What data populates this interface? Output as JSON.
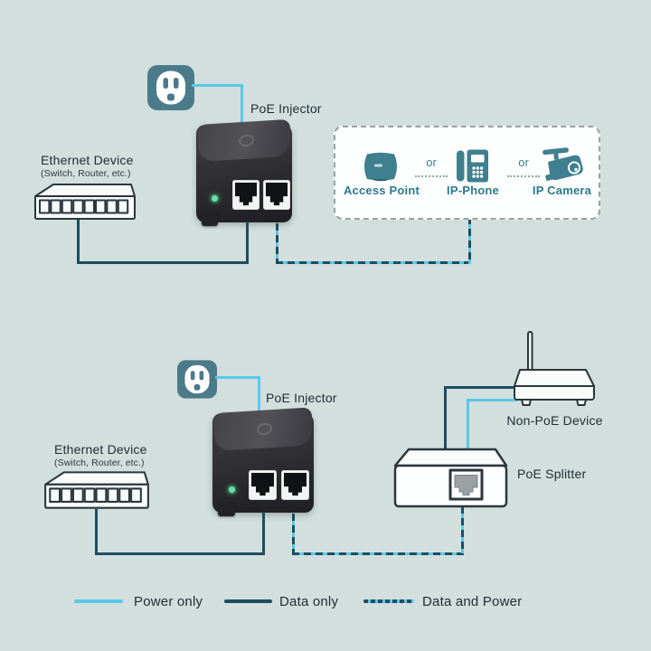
{
  "colors": {
    "background": "#d2dfdd",
    "power_line": "#5bc7e9",
    "data_line": "#1d4d60",
    "teal_accent": "#3e808f",
    "outlet_teal": "#4b7b8b",
    "led_green": "#63e3a4",
    "dark_text": "#1e2c34"
  },
  "scenario_top": {
    "injector_label": "PoE Injector",
    "ethernet_device": {
      "title": "Ethernet Device",
      "subtitle": "(Switch, Router, etc.)"
    },
    "powered_devices": {
      "access_point_label": "Access Point",
      "or_separator_1": "or",
      "ip_phone_label": "IP-Phone",
      "or_separator_2": "or",
      "ip_camera_label": "IP Camera"
    }
  },
  "scenario_bottom": {
    "injector_label": "PoE Injector",
    "ethernet_device": {
      "title": "Ethernet Device",
      "subtitle": "(Switch, Router, etc.)"
    },
    "non_poe_device_label": "Non-PoE Device",
    "poe_splitter_label": "PoE Splitter"
  },
  "legend": {
    "power_only_label": "Power only",
    "data_only_label": "Data only",
    "data_and_power_label": "Data and Power"
  }
}
